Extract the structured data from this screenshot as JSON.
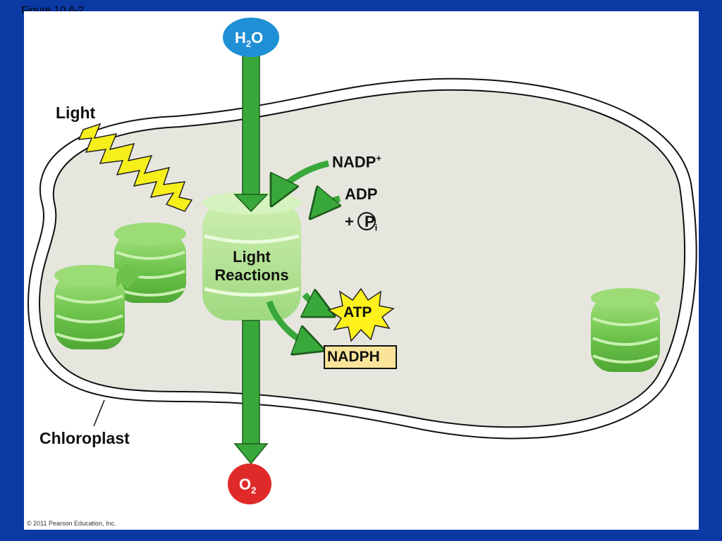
{
  "figure_label": "Figure 10.6-2",
  "copyright": "© 2011 Pearson Education, Inc.",
  "labels": {
    "light": "Light",
    "chloroplast": "Chloroplast",
    "light_reactions_line1": "Light",
    "light_reactions_line2": "Reactions",
    "nadp_plus": "NADP",
    "nadp_plus_sup": "+",
    "adp": "ADP",
    "plus": "+",
    "phosphate_p": "P",
    "phosphate_sub": "i",
    "atp": "ATP",
    "nadph": "NADPH",
    "water_main": "H",
    "water_sub": "2",
    "water_end": "O",
    "oxygen_main": "O",
    "oxygen_sub": "2"
  },
  "colors": {
    "background": "#0b3aa4",
    "stroma": "#e6e6df",
    "arrow_green": "#39a83a",
    "thylakoid_green": "#7ccc5a",
    "water_blue": "#1f8fd6",
    "oxygen_red": "#e02a2a",
    "atp_yellow": "#fff21c",
    "nadph_box": "#fbe49a",
    "light_bolt": "#f6ef1c"
  }
}
